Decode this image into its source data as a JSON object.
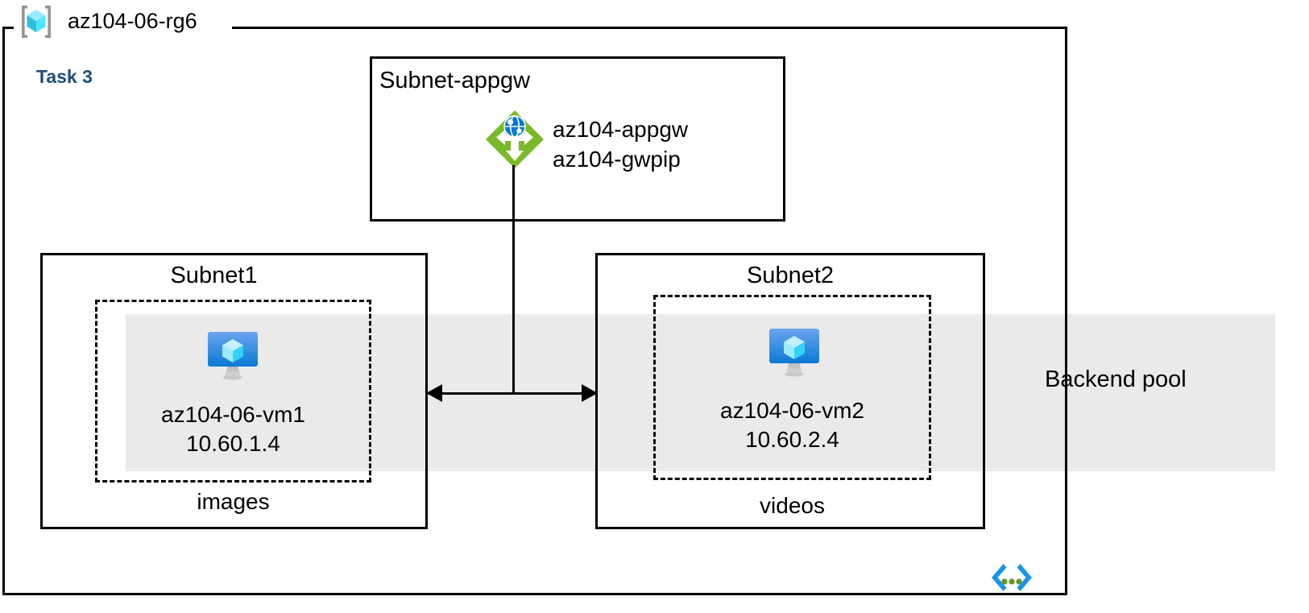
{
  "diagram": {
    "title": "az104-06-rg6",
    "task_label": "Task 3",
    "resource_group": {
      "name": "az104-06-rg6",
      "icon": "resource-group-cube-icon"
    },
    "backend_pool": {
      "label": "Backend pool",
      "band_color": "#EAEAEA"
    },
    "subnets": [
      {
        "id": "subnet-appgw",
        "title": "Subnet-appgw",
        "resources": [
          {
            "icon": "application-gateway-icon",
            "lines": [
              "az104-appgw",
              "az104-gwpip"
            ],
            "line1": "az104-appgw",
            "line2": "az104-gwpip"
          }
        ]
      },
      {
        "id": "subnet1",
        "title": "Subnet1",
        "vm": {
          "icon": "virtual-machine-icon",
          "name": "az104-06-vm1",
          "ip": "10.60.1.4"
        },
        "caption": "images"
      },
      {
        "id": "subnet2",
        "title": "Subnet2",
        "vm": {
          "icon": "virtual-machine-icon",
          "name": "az104-06-vm2",
          "ip": "10.60.2.4"
        },
        "caption": "videos"
      }
    ],
    "footer_icon": "code-brackets-ellipsis-icon",
    "colors": {
      "task_text": "#1F4E79",
      "appgw_green": "#7AB929",
      "vm_blue": "#0078D4",
      "cube_cyan": "#50E6FF",
      "band_gray": "#EAEAEA",
      "bracket_gray": "#949494",
      "code_icon_blue": "#1B93EB",
      "code_icon_green": "#5E9624"
    }
  }
}
